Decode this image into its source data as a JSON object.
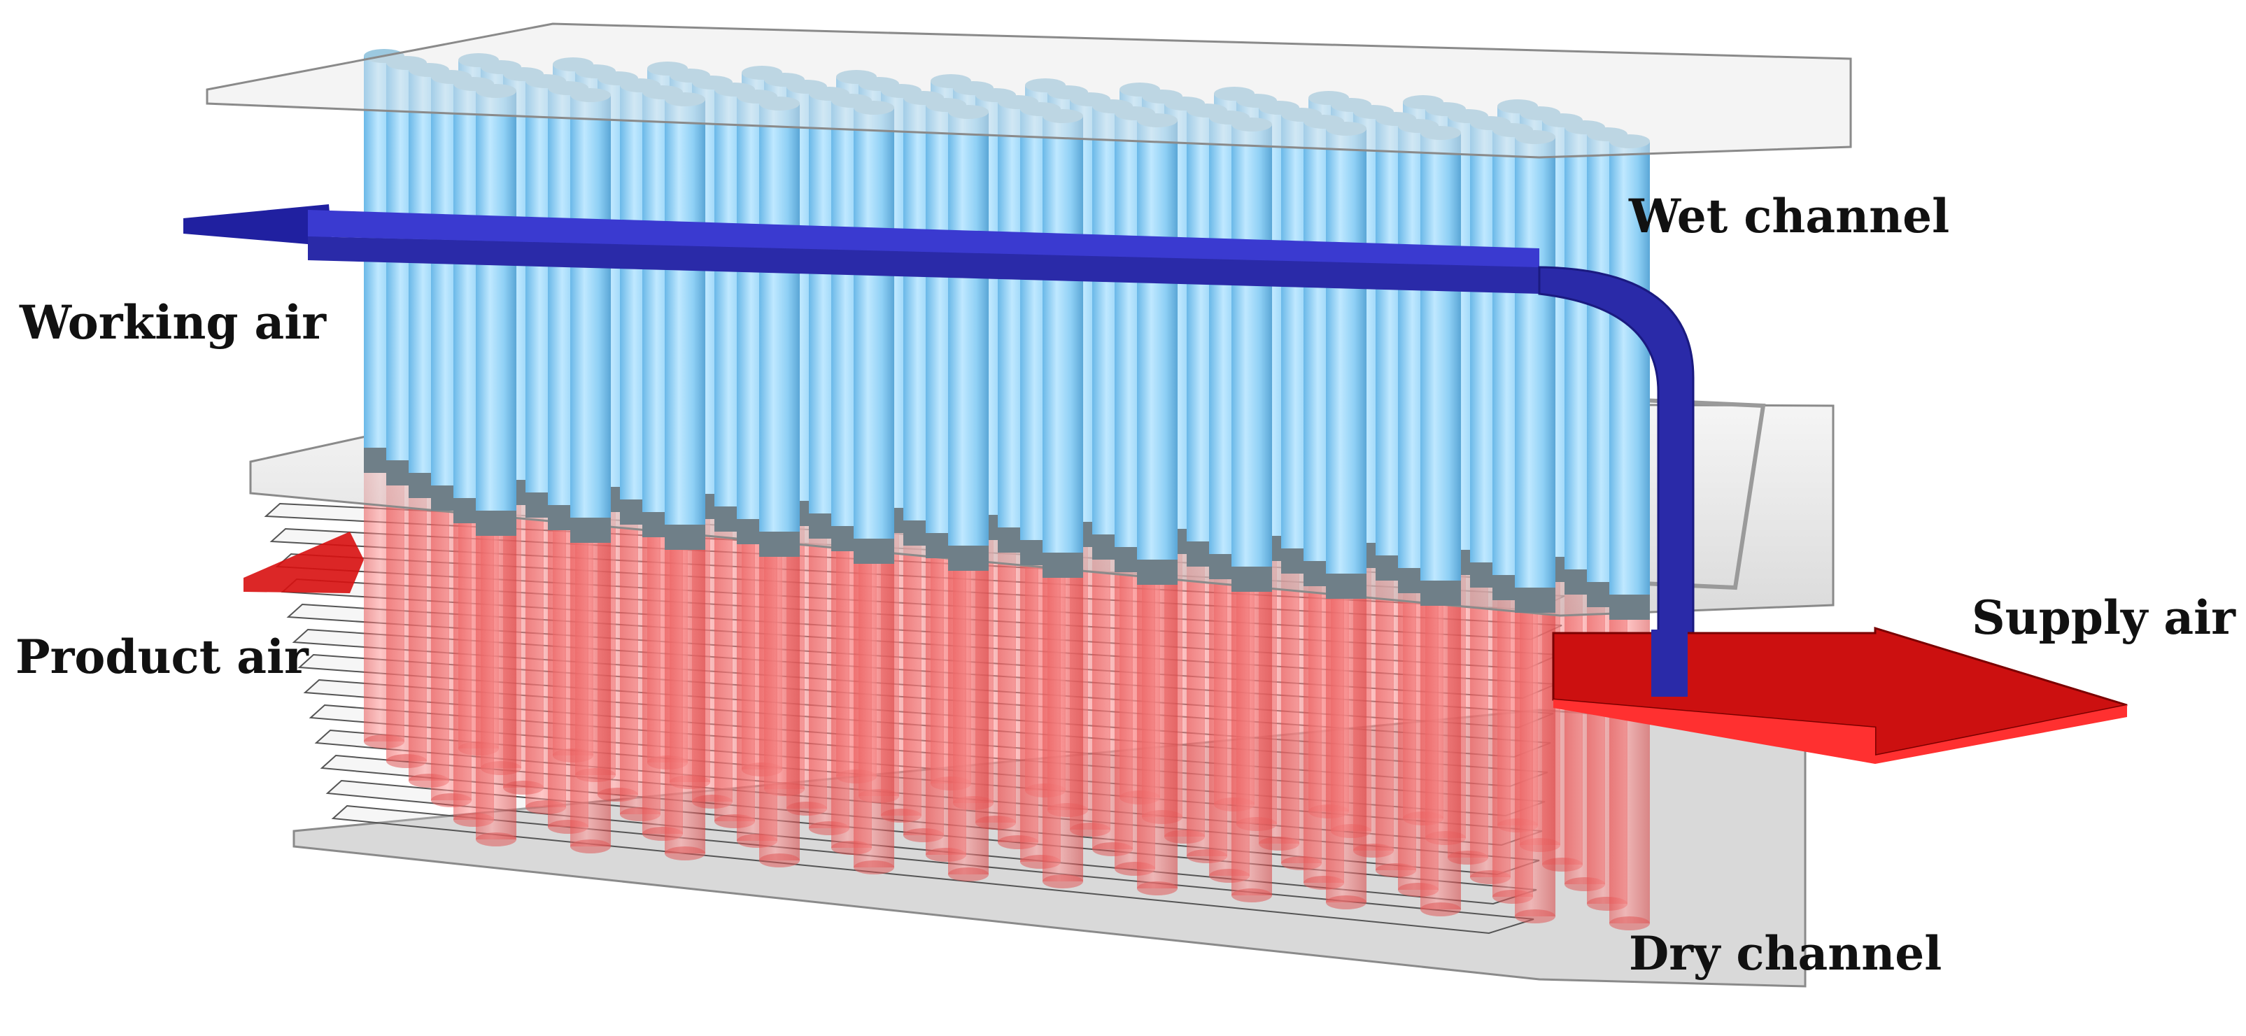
{
  "labels": {
    "wet_channel": "Wet channel",
    "working_air": "Working air",
    "product_air": "Product air",
    "supply_air": "Supply air",
    "dry_channel": "Dry channel"
  },
  "colors": {
    "wet_tube": "#8fd0f5",
    "dry_tube": "#f07070",
    "working_air_arrow": "#2a2aa8",
    "product_air_arrow": "#d81010",
    "plate": "#d8d8d8",
    "background": "#ffffff"
  }
}
